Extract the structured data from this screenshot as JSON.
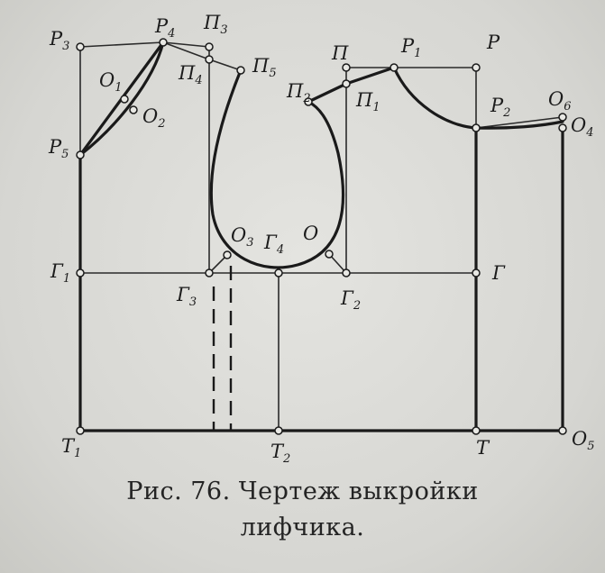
{
  "labels": {
    "P3": [
      "P",
      "3"
    ],
    "P4": [
      "P",
      "4"
    ],
    "Pi3": [
      "П",
      "3"
    ],
    "Pi4": [
      "П",
      "4"
    ],
    "Pi5": [
      "П",
      "5"
    ],
    "O1": [
      "O",
      "1"
    ],
    "O2": [
      "O",
      "2"
    ],
    "P5": [
      "P",
      "5"
    ],
    "Pi": [
      "П",
      ""
    ],
    "P1": [
      "P",
      "1"
    ],
    "P": [
      "P",
      ""
    ],
    "Pi2": [
      "П",
      "2"
    ],
    "Pi1": [
      "П",
      "1"
    ],
    "P2": [
      "P",
      "2"
    ],
    "O6": [
      "O",
      "6"
    ],
    "O4": [
      "O",
      "4"
    ],
    "O3": [
      "O",
      "3"
    ],
    "G4": [
      "Г",
      "4"
    ],
    "O": [
      "O",
      ""
    ],
    "G1": [
      "Г",
      "1"
    ],
    "G3": [
      "Г",
      "3"
    ],
    "G2": [
      "Г",
      "2"
    ],
    "G": [
      "Г",
      ""
    ],
    "T1": [
      "T",
      "1"
    ],
    "T2": [
      "T",
      "2"
    ],
    "T": [
      "T",
      ""
    ],
    "O5": [
      "O",
      "5"
    ]
  },
  "caption": {
    "line1": "Рис. 76. Чертеж выкройки",
    "line2": "лифчика."
  }
}
